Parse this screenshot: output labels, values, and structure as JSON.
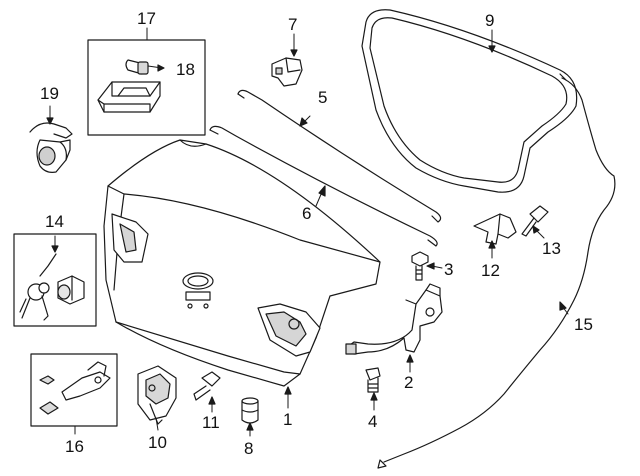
{
  "diagram": {
    "callouts": {
      "c1": "1",
      "c2": "2",
      "c3": "3",
      "c4": "4",
      "c5": "5",
      "c6": "6",
      "c7": "7",
      "c8": "8",
      "c9": "9",
      "c10": "10",
      "c11": "11",
      "c12": "12",
      "c13": "13",
      "c14": "14",
      "c15": "15",
      "c16": "16",
      "c17": "17",
      "c18": "18",
      "c19": "19"
    },
    "colors": {
      "line": "#1a1a1a",
      "part_fill": "#ffffff",
      "shade": "#cfcfcf"
    }
  }
}
